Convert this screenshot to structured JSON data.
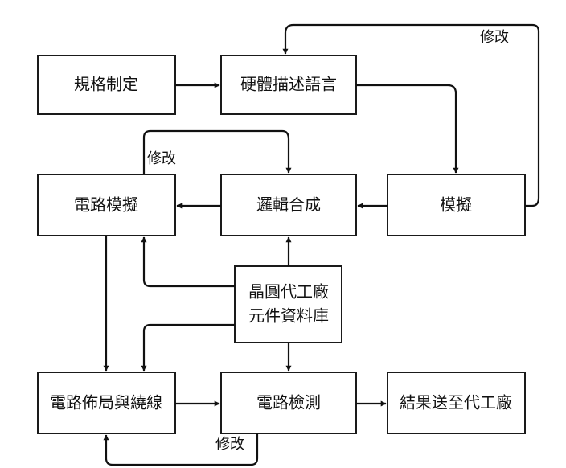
{
  "nodes": {
    "spec": "規格制定",
    "hdl": "硬體描述語言",
    "sim": "模擬",
    "synth": "邏輯合成",
    "circuit_sim": "電路模擬",
    "foundry_lib_1": "晶圓代工廠",
    "foundry_lib_2": "元件資料庫",
    "layout": "電路佈局與繞線",
    "check": "電路檢測",
    "tapeout": "結果送至代工廠"
  },
  "labels": {
    "modify_top": "修改",
    "modify_mid": "修改",
    "modify_bottom": "修改"
  }
}
